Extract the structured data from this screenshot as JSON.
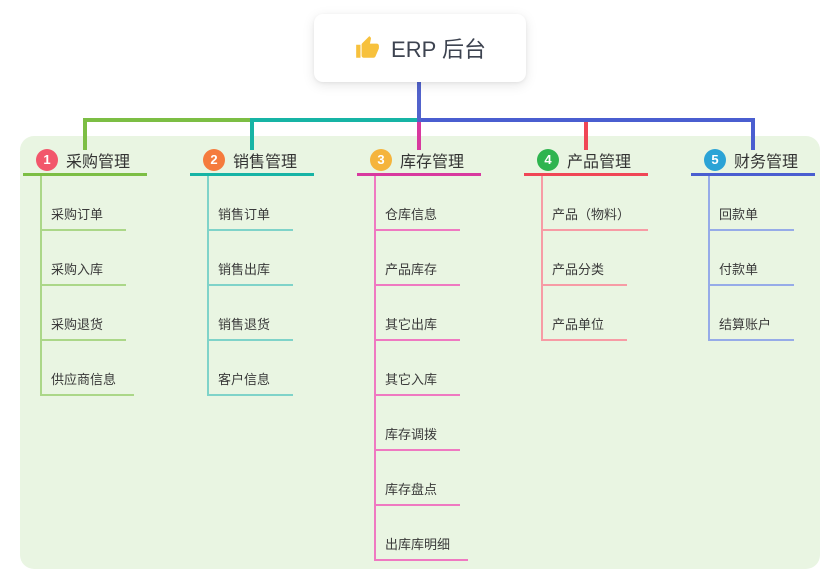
{
  "root": {
    "label": "ERP 后台",
    "icon": "thumbs-up-icon",
    "icon_color": "#f7c13d",
    "card_bg": "#ffffff"
  },
  "panel": {
    "bg": "#e9f5e2"
  },
  "connector": {
    "root_line_color": "#5263cc"
  },
  "branches": [
    {
      "number": "1",
      "title": "采购管理",
      "badge_color": "#f2566b",
      "line_color": "#7cbe44",
      "child_line_color": "#abd788",
      "children": [
        "采购订单",
        "采购入库",
        "采购退货",
        "供应商信息"
      ]
    },
    {
      "number": "2",
      "title": "销售管理",
      "badge_color": "#f57b3d",
      "line_color": "#17b4a5",
      "child_line_color": "#7fd3c9",
      "children": [
        "销售订单",
        "销售出库",
        "销售退货",
        "客户信息"
      ]
    },
    {
      "number": "3",
      "title": "库存管理",
      "badge_color": "#f5b43c",
      "line_color": "#d8399f",
      "child_line_color": "#ef79c1",
      "children": [
        "仓库信息",
        "产品库存",
        "其它出库",
        "其它入库",
        "库存调拨",
        "库存盘点",
        "出库库明细"
      ]
    },
    {
      "number": "4",
      "title": "产品管理",
      "badge_color": "#2fb44f",
      "line_color": "#f04656",
      "child_line_color": "#f79ba5",
      "children": [
        "产品（物料）",
        "产品分类",
        "产品单位"
      ]
    },
    {
      "number": "5",
      "title": "财务管理",
      "badge_color": "#2ba3d6",
      "line_color": "#4a5ed0",
      "child_line_color": "#96abe8",
      "children": [
        "回款单",
        "付款单",
        "结算账户"
      ]
    }
  ]
}
